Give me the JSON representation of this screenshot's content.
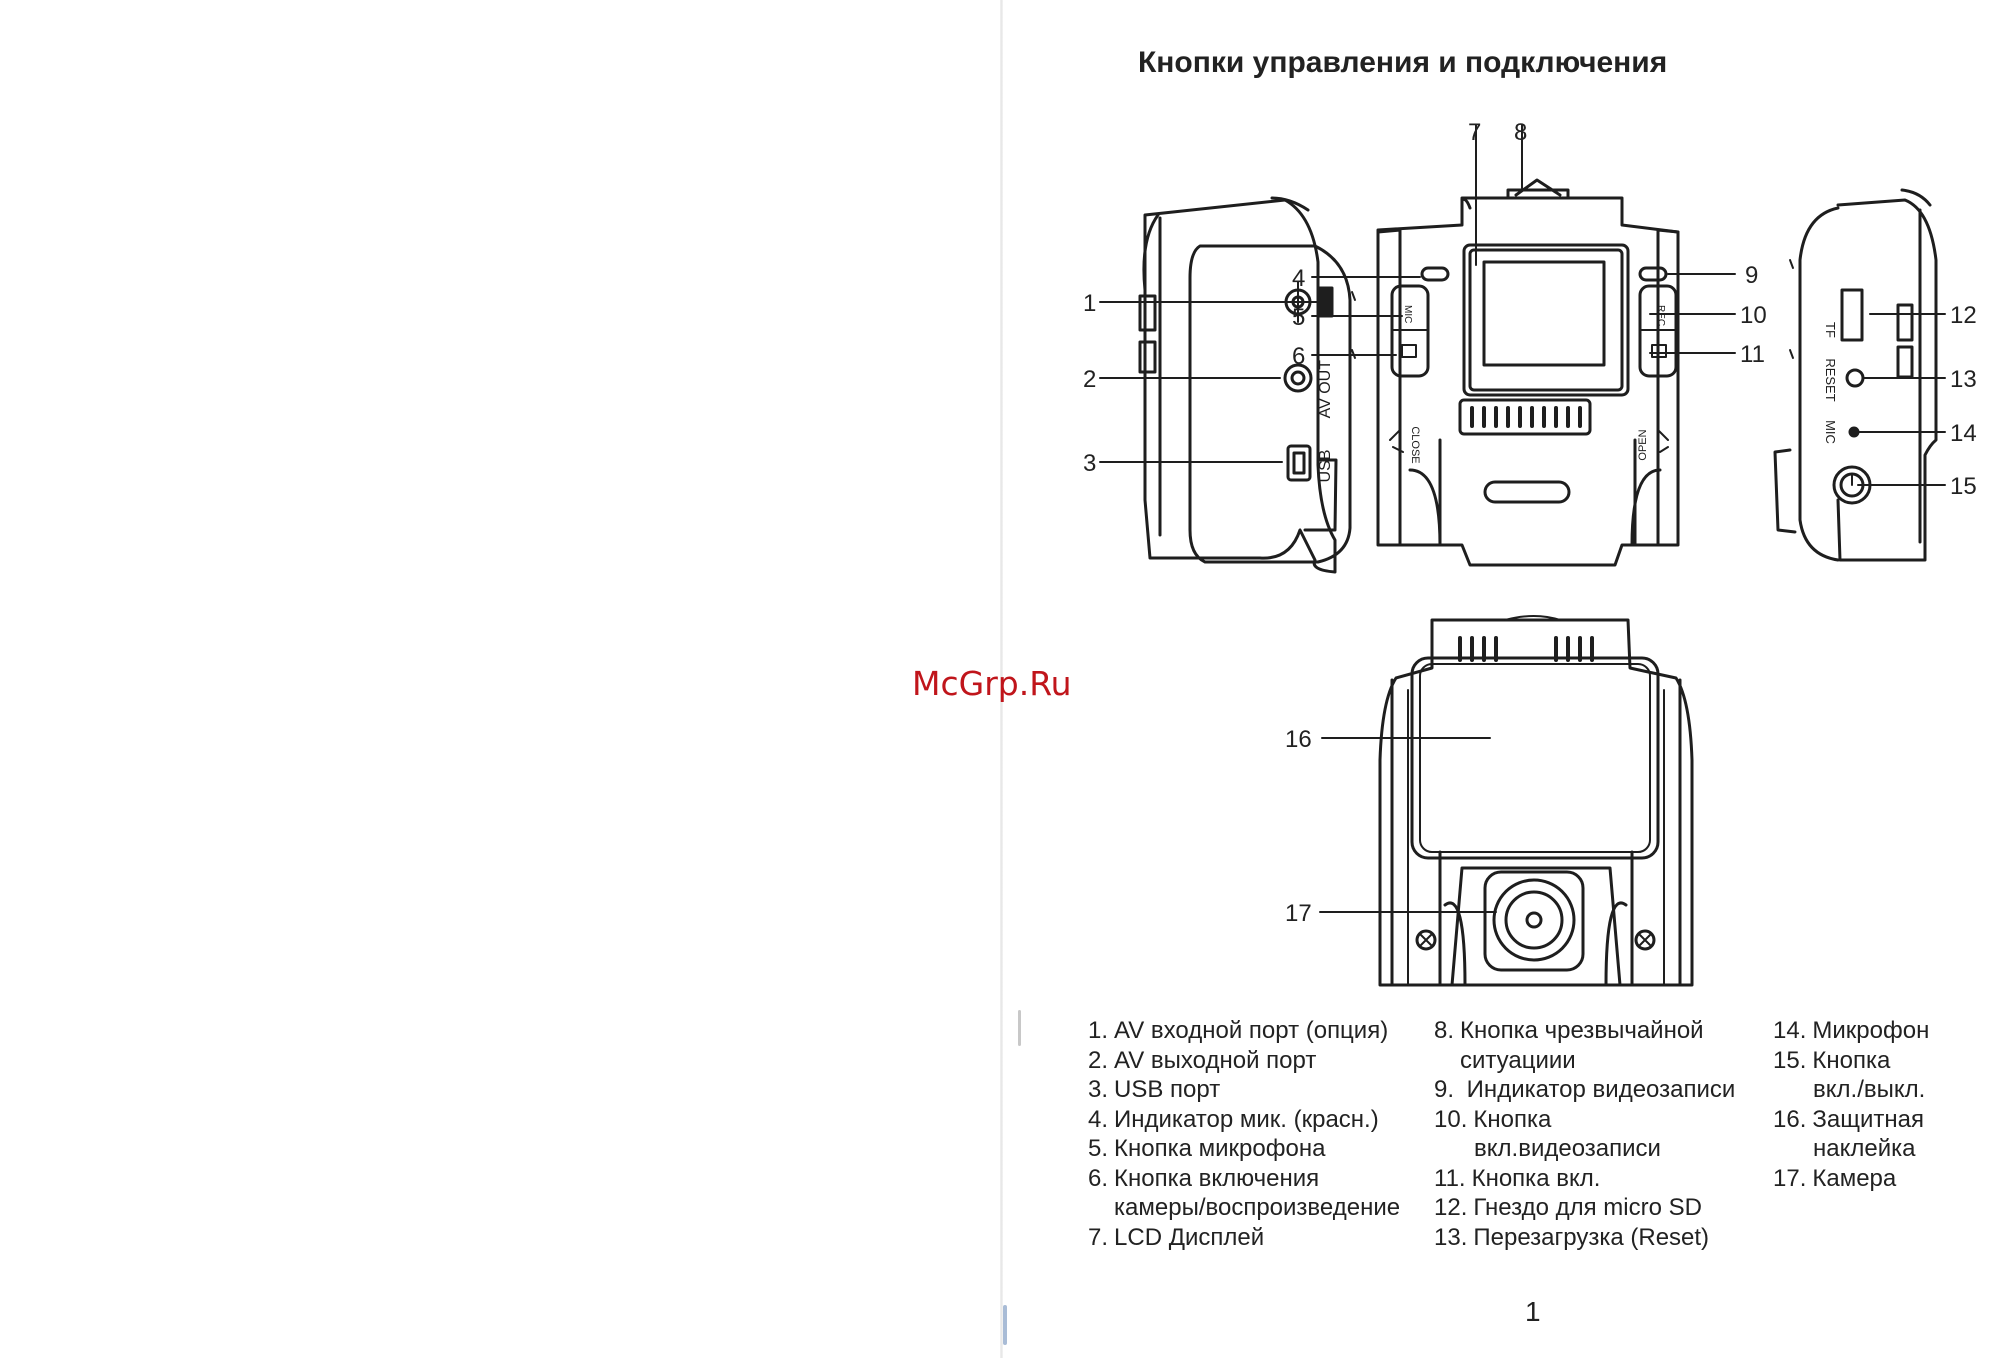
{
  "page": {
    "title": "Кнопки управления и подключения",
    "watermark": "McGrp.Ru",
    "page_number": "1"
  },
  "device_labels": {
    "left_side": {
      "av_out": "AV OUT",
      "usb": "USB"
    },
    "front": {
      "mic": "MIC",
      "rec": "REC",
      "close": "CLOSE",
      "open": "OPEN"
    },
    "right_side": {
      "tf": "TF",
      "reset": "RESET",
      "mic": "MIC"
    }
  },
  "callouts": [
    "1",
    "2",
    "3",
    "4",
    "5",
    "6",
    "7",
    "8",
    "9",
    "10",
    "11",
    "12",
    "13",
    "14",
    "15",
    "16",
    "17"
  ],
  "legend": {
    "column1": [
      {
        "num": "1.",
        "text": "AV входной порт (опция)"
      },
      {
        "num": "2.",
        "text": "AV выходной порт"
      },
      {
        "num": "3.",
        "text": "USB порт"
      },
      {
        "num": "4.",
        "text": "Индикатор мик. (красн.)"
      },
      {
        "num": "5.",
        "text": "Кнопка микрофона"
      },
      {
        "num": "6.",
        "text": "Кнопка включения"
      },
      {
        "num": "",
        "text": "камеры/воспроизведение"
      },
      {
        "num": "7.",
        "text": "LCD Дисплей"
      }
    ],
    "column2": [
      {
        "num": "8.",
        "text": "Кнопка чрезвычайной"
      },
      {
        "num": "",
        "text": "ситуациии"
      },
      {
        "num": "9.",
        "text": " Индикатор видеозаписи"
      },
      {
        "num": "10.",
        "text": "Кнопка"
      },
      {
        "num": "",
        "text": "вкл.видеозаписи"
      },
      {
        "num": "11.",
        "text": "Кнопка вкл."
      },
      {
        "num": "12.",
        "text": "Гнездо для micro SD"
      },
      {
        "num": "13.",
        "text": "Перезагрузка (Reset)"
      }
    ],
    "column3": [
      {
        "num": "14.",
        "text": "Микрофон"
      },
      {
        "num": "15.",
        "text": "Кнопка"
      },
      {
        "num": "",
        "text": "вкл./выкл."
      },
      {
        "num": "16.",
        "text": "Защитная"
      },
      {
        "num": "",
        "text": "наклейка"
      },
      {
        "num": "17.",
        "text": "Камера"
      }
    ]
  }
}
